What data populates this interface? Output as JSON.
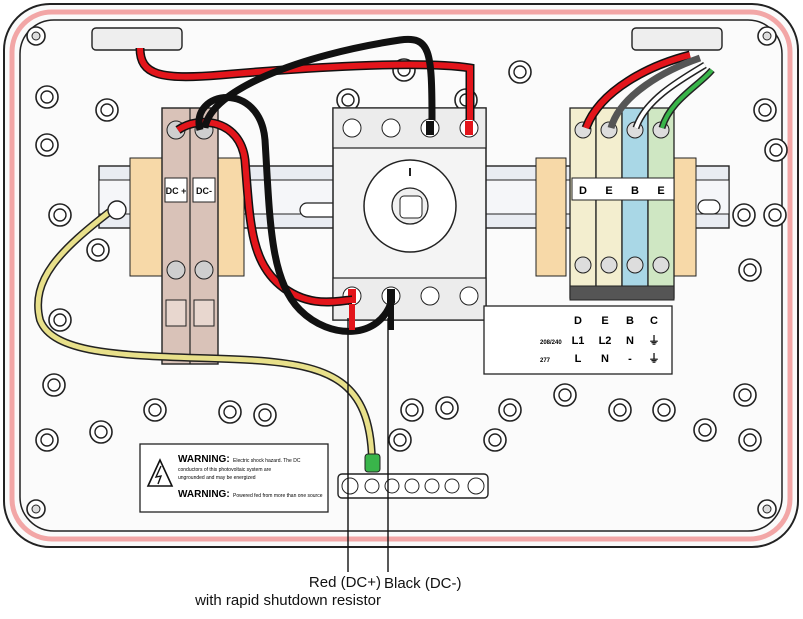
{
  "terminal_labels": {
    "dc_plus": "DC +",
    "dc_minus": "DC-"
  },
  "right_block_letters": [
    "D",
    "E",
    "B",
    "E"
  ],
  "wiring_table": {
    "headers": [
      "D",
      "E",
      "B",
      "C"
    ],
    "rows": [
      {
        "voltage": "208/240",
        "cells": [
          "L1",
          "L2",
          "N",
          "⏚"
        ]
      },
      {
        "voltage": "277",
        "cells": [
          "L",
          "N",
          "-",
          "⏚"
        ]
      }
    ]
  },
  "warning": {
    "heading1": "WARNING:",
    "text1a": "Electric shock hazard. The DC",
    "text1b": "conductors of this photovoltaic system are",
    "text1c": "ungrounded and may be energized",
    "heading2": "WARNING:",
    "text2": "Powered fed from more than one source"
  },
  "callouts": {
    "red_line1": "Red (DC+)",
    "red_line2": "with rapid shutdown resistor",
    "black": "Black (DC-)"
  },
  "colors": {
    "enclosure_gasket": "#f2a6a6",
    "wire_red": "#e3151b",
    "wire_black": "#111111",
    "ground_wire": "#e8e08a",
    "ground_tip": "#39b54a",
    "terminal_brown": "#d9c2b8",
    "terminal_cream": "#f3eecf",
    "terminal_blue": "#a9d7e6",
    "terminal_green": "#cfe7c3",
    "din_rail": "#e9ecf2",
    "rail_clip": "#f7d9a8"
  },
  "icons": [
    "screw-icon",
    "knockout-icon",
    "high-voltage-icon",
    "rotary-switch-icon"
  ]
}
